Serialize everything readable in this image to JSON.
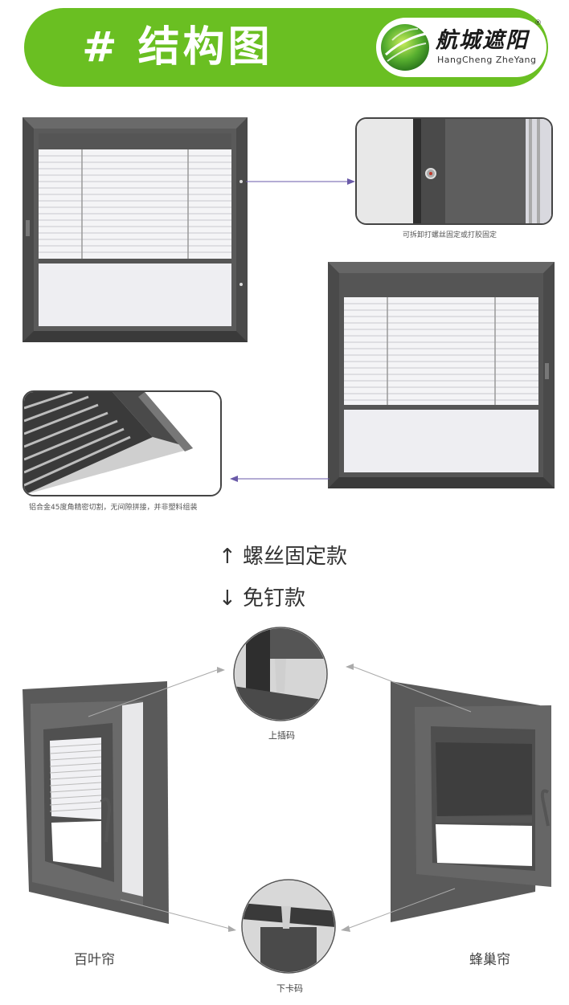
{
  "header": {
    "title": "# 结构图",
    "logo_cn": "航城遮阳",
    "logo_en": "HangCheng ZheYang",
    "registered": "®"
  },
  "screw_section": {
    "detail_caption": "可拆卸打螺丝固定或打胶固定",
    "corner_caption": "铝合金45度角精密切割，无间隙拼接，并非塑料组装"
  },
  "types": {
    "screw": "↑ 螺丝固定款",
    "nail_free": "↓ 免钉款"
  },
  "bottom": {
    "top_clip": "上插码",
    "bottom_clip": "下卡码",
    "left_product": "百叶帘",
    "right_product": "蜂巢帘"
  },
  "colors": {
    "brand_green": "#6abf22",
    "frame_gray": "#4a4a4a"
  }
}
